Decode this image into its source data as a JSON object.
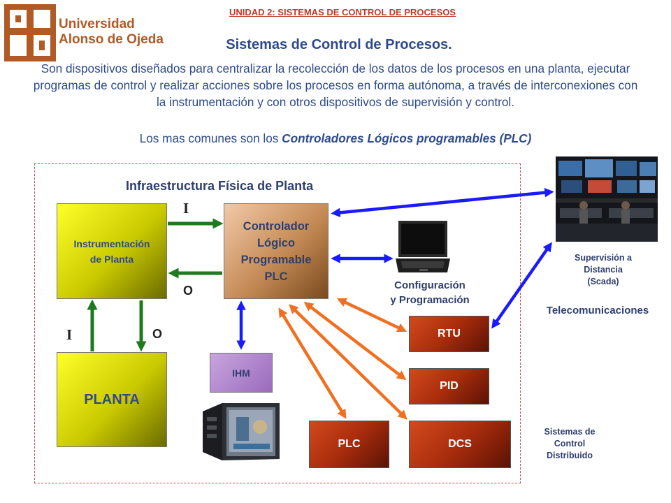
{
  "header": {
    "unit_title": "UNIDAD 2: SISTEMAS DE CONTROL DE PROCESOS",
    "logo_text_line1": "Universidad",
    "logo_text_line2": "Alonso de Ojeda",
    "main_title": "Sistemas de Control de Procesos.",
    "description": "Son dispositivos diseñados para centralizar la recolección de los datos de los procesos en una planta, ejecutar programas de control y realizar acciones sobre los procesos en forma autónoma, a través de interconexiones con la instrumentación y con otros dispositivos de supervisión y control.",
    "description2_prefix": "Los mas comunes son los ",
    "description2_emphasis": "Controladores Lógicos programables (PLC)"
  },
  "diagram": {
    "frame_title": "Infraestructura Física de Planta",
    "instrumentation": {
      "line1": "Instrumentación",
      "line2": "de Planta"
    },
    "planta": "PLANTA",
    "plc_main": {
      "line1": "Controlador",
      "line2": "Lógico",
      "line3": "Programable",
      "line4": "PLC"
    },
    "ihm": "IHM",
    "rtu": "RTU",
    "pid": "PID",
    "plc": "PLC",
    "dcs": "DCS",
    "io_labels": {
      "input_top": "I",
      "output_top": "O",
      "input_left": "I",
      "output_left": "O"
    },
    "config": {
      "line1": "Configuración",
      "line2": "y Programación"
    },
    "supervision": {
      "line1": "Supervisión a",
      "line2": "Distancia",
      "line3": "(Scada)"
    },
    "telecom": "Telecomunicaciones",
    "distributed": {
      "line1": "Sistemas de",
      "line2": "Control",
      "line3": "Distribuido"
    }
  },
  "colors": {
    "title_blue": "#2e4a8c",
    "unit_red": "#c0392b",
    "arrow_green": "#1f7a1f",
    "arrow_blue": "#1a1aff",
    "arrow_orange": "#f07020"
  }
}
